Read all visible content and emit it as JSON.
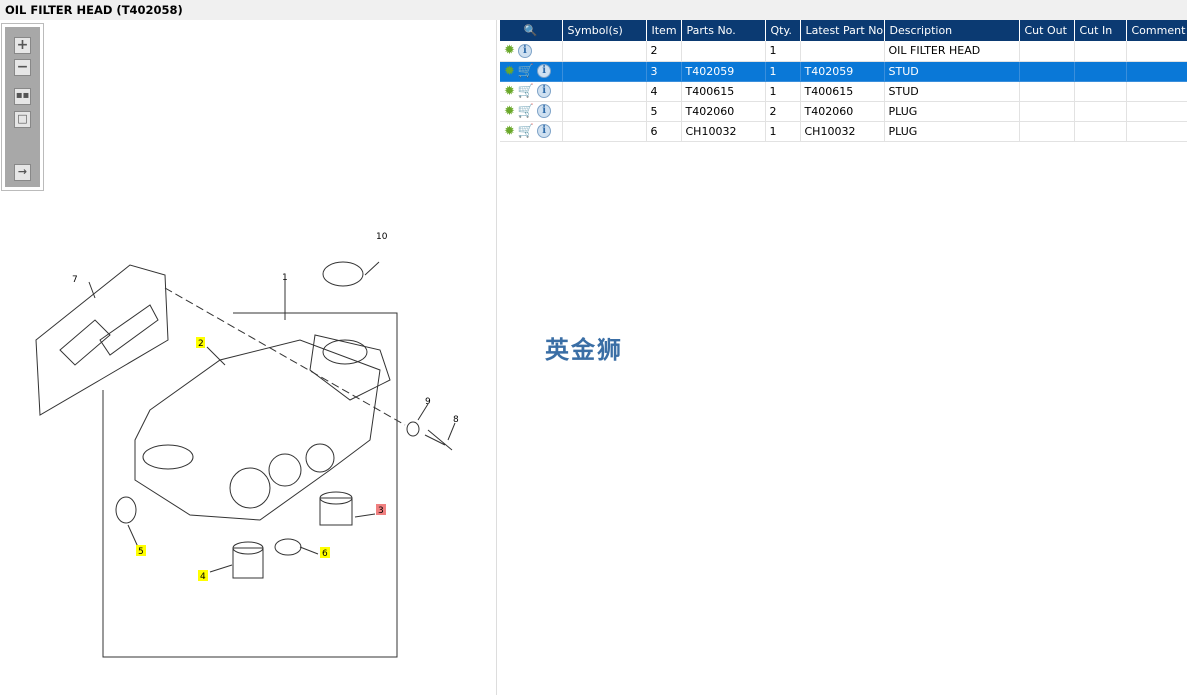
{
  "title": "OIL FILTER HEAD (T402058)",
  "table": {
    "headers": [
      "",
      "Symbol(s)",
      "Item",
      "Parts No.",
      "Qty.",
      "Latest Part No.",
      "Description",
      "Cut Out",
      "Cut In",
      "Comment"
    ],
    "rows": [
      {
        "item": "2",
        "part": "",
        "qty": "1",
        "latest": "",
        "desc": "OIL FILTER HEAD",
        "cart": false,
        "selected": false
      },
      {
        "item": "3",
        "part": "T402059",
        "qty": "1",
        "latest": "T402059",
        "desc": "STUD",
        "cart": true,
        "selected": true
      },
      {
        "item": "4",
        "part": "T400615",
        "qty": "1",
        "latest": "T400615",
        "desc": "STUD",
        "cart": true,
        "selected": false
      },
      {
        "item": "5",
        "part": "T402060",
        "qty": "2",
        "latest": "T402060",
        "desc": "PLUG",
        "cart": true,
        "selected": false
      },
      {
        "item": "6",
        "part": "CH10032",
        "qty": "1",
        "latest": "CH10032",
        "desc": "PLUG",
        "cart": true,
        "selected": false
      }
    ]
  },
  "watermark": "英金狮",
  "callouts": [
    "1",
    "2",
    "3",
    "4",
    "5",
    "6",
    "7",
    "8",
    "9",
    "10"
  ],
  "colors": {
    "header": "#0b3a72",
    "selected": "#0a78d7",
    "highlight": "#ffff00",
    "active_callout": "#f08080"
  }
}
